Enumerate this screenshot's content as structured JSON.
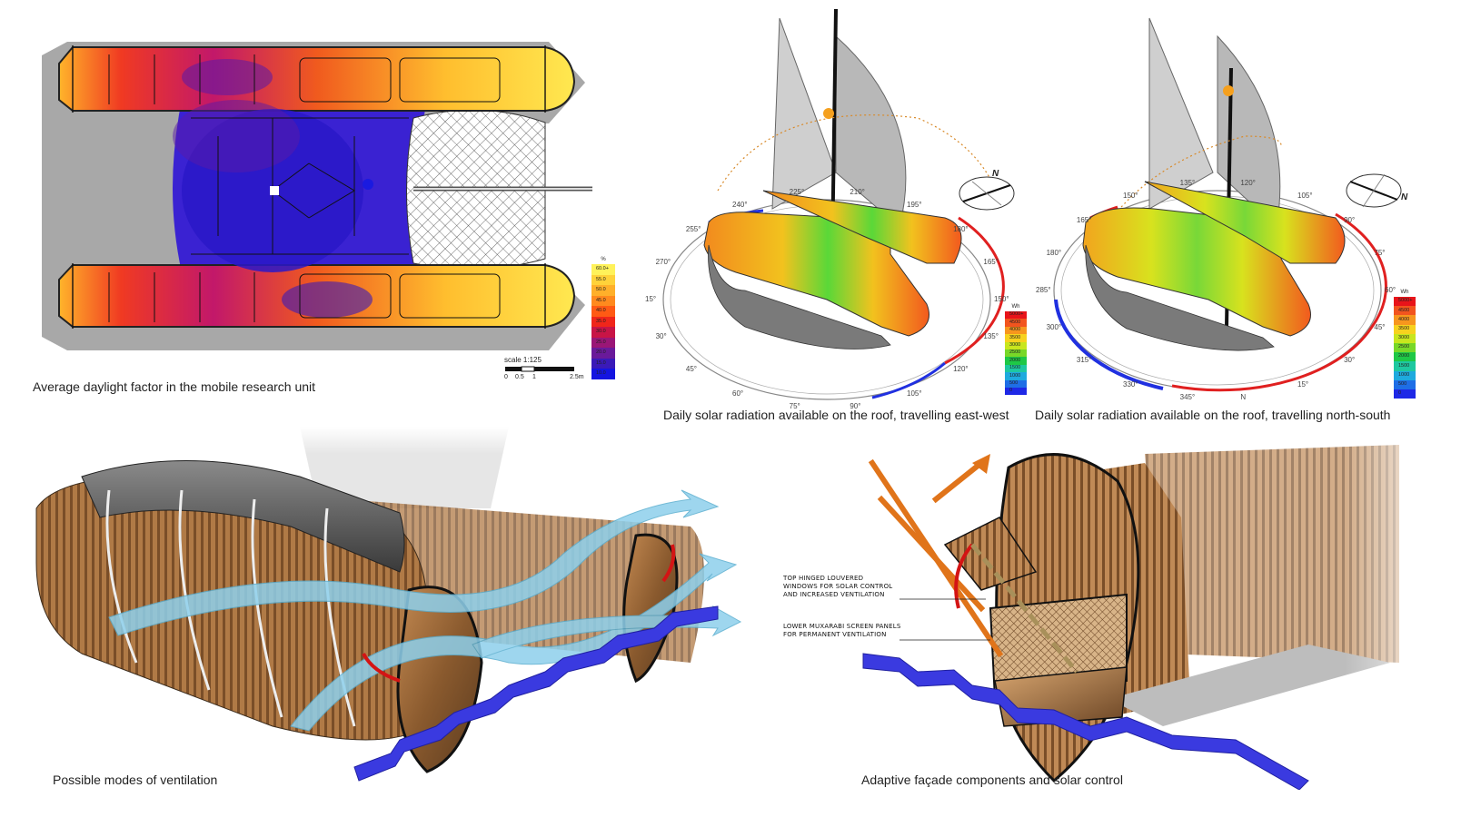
{
  "captions": {
    "daylight": "Average daylight factor in the mobile research unit",
    "solar_ew": "Daily solar radiation available on the roof, travelling east-west",
    "solar_ns": "Daily solar radiation available on the roof, travelling north-south",
    "ventilation": "Possible modes of ventilation",
    "facade": "Adaptive façade components and solar control"
  },
  "daylight_legend": {
    "unit": "%",
    "items": [
      {
        "label": "60.0+",
        "color": "#fff25a"
      },
      {
        "label": "55.0",
        "color": "#ffd23a"
      },
      {
        "label": "50.0",
        "color": "#ffb02a"
      },
      {
        "label": "45.0",
        "color": "#ff8a1e"
      },
      {
        "label": "40.0",
        "color": "#ff5a14"
      },
      {
        "label": "35.0",
        "color": "#f0261a"
      },
      {
        "label": "30.0",
        "color": "#c81446"
      },
      {
        "label": "25.0",
        "color": "#9a1676"
      },
      {
        "label": "20.0",
        "color": "#6a1a9a"
      },
      {
        "label": "15.0",
        "color": "#3a1ab8"
      },
      {
        "label": "10.0",
        "color": "#1414e0"
      }
    ]
  },
  "radiation_legend": {
    "unit": "Wh",
    "items": [
      {
        "label": "5000+",
        "color": "#e8141a"
      },
      {
        "label": "4500",
        "color": "#f2541e"
      },
      {
        "label": "4000",
        "color": "#f7961e"
      },
      {
        "label": "3500",
        "color": "#f7d21e"
      },
      {
        "label": "3000",
        "color": "#c8e61e"
      },
      {
        "label": "2500",
        "color": "#78d828"
      },
      {
        "label": "2000",
        "color": "#1ec846"
      },
      {
        "label": "1500",
        "color": "#1ec8a0"
      },
      {
        "label": "1000",
        "color": "#1eaade"
      },
      {
        "label": "500",
        "color": "#1e6ee6"
      },
      {
        "label": "0",
        "color": "#1e28e6"
      }
    ]
  },
  "scale_bar": {
    "title": "scale 1:125",
    "ticks": [
      "0",
      "0.5",
      "1",
      "2.5m"
    ]
  },
  "compass_ew": {
    "north": "N",
    "angles": [
      "270°",
      "255°",
      "240°",
      "225°",
      "210°",
      "195°",
      "180°",
      "165°",
      "150°",
      "135°",
      "120°",
      "105°",
      "90°",
      "75°",
      "60°",
      "45°",
      "30°",
      "15°"
    ]
  },
  "compass_ns": {
    "north": "N",
    "angles": [
      "180°",
      "165°",
      "150°",
      "135°",
      "120°",
      "105°",
      "90°",
      "75°",
      "60°",
      "45°",
      "30°",
      "15°",
      "N",
      "345°",
      "330°",
      "315°",
      "300°",
      "285°"
    ]
  },
  "callouts": {
    "windows": [
      "TOP HINGED LOUVERED",
      "WINDOWS FOR SOLAR CONTROL",
      "AND INCREASED VENTILATION"
    ],
    "screens": [
      "LOWER MUXARABI SCREEN PANELS",
      "FOR PERMANENT VENTILATION"
    ]
  }
}
